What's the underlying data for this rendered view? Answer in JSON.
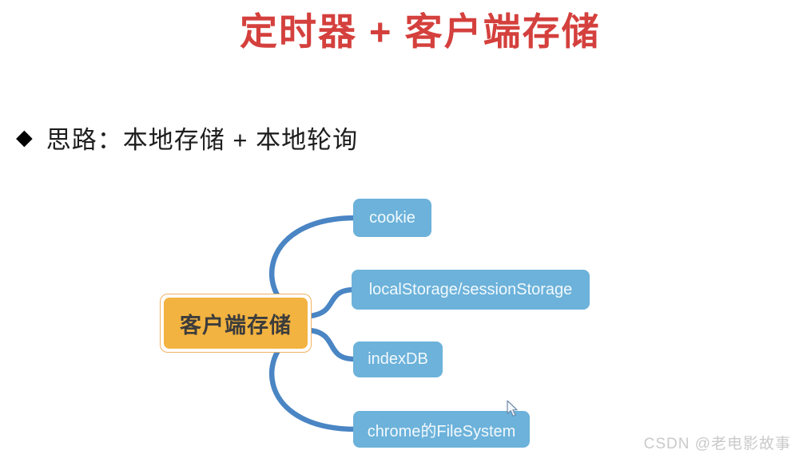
{
  "slide": {
    "title": "定时器 + 客户端存储",
    "bullet": {
      "marker": "◆",
      "text": "思路：本地存储 + 本地轮询"
    }
  },
  "mindmap": {
    "root": {
      "label": "客户端存储"
    },
    "children": [
      {
        "label": "cookie"
      },
      {
        "label": "localStorage/sessionStorage"
      },
      {
        "label": "indexDB"
      },
      {
        "label": "chrome的FileSystem"
      }
    ]
  },
  "watermark": {
    "text": "CSDN @老电影故事"
  },
  "colors": {
    "title_red": "#d4403d",
    "root_fill": "#f3b340",
    "root_border": "#f1b261",
    "child_fill": "#6cb2da",
    "child_text": "#f2f9fd",
    "branch_blue": "#4a85c4",
    "watermark_gray": "#cacaca"
  }
}
